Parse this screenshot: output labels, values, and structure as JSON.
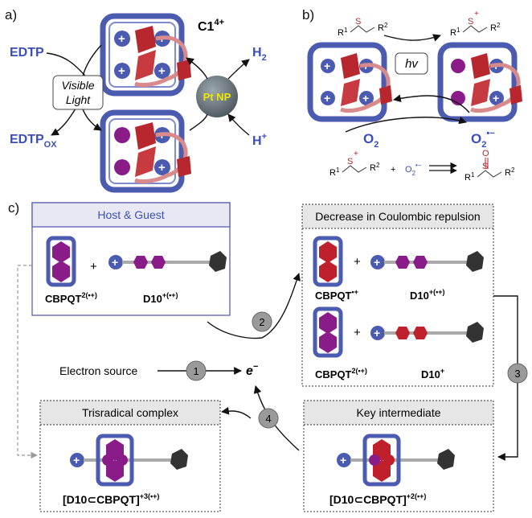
{
  "panels": {
    "a": {
      "label": "a)",
      "edtp": "EDTP",
      "edtp_ox_main": "EDTP",
      "edtp_ox_sub": "OX",
      "visible_light_1": "Visible",
      "visible_light_2": "Light",
      "c1_main": "C1",
      "c1_sup": "4+",
      "pt_np": "Pt NP",
      "h2_main": "H",
      "h2_sub": "2",
      "hplus_main": "H",
      "hplus_sup": "+"
    },
    "b": {
      "label": "b)",
      "hv": "hv",
      "o2_main": "O",
      "o2_sub": "2",
      "o2rad_main": "O",
      "o2rad_sub": "2",
      "o2rad_sup": "•−",
      "r1": "R",
      "r1_sup": "1",
      "r2": "R",
      "r2_sup": "2",
      "s": "S",
      "o": "O",
      "plus": "+",
      "o2_inline": "O",
      "o2_inline_sub": "2",
      "o2_inline_sup": "•−"
    },
    "c": {
      "label": "c)",
      "host_guest_title": "Host & Guest",
      "plus": "+",
      "cbpqt_host": "CBPQT",
      "cbpqt_host_sup": "2(•+)",
      "d10_guest": "D10",
      "d10_guest_sup": "+(•+)",
      "decrease_title": "Decrease in Coulombic repulsion",
      "cbpqt_rad": "CBPQT",
      "cbpqt_rad_sup": "•+",
      "d10_rad": "D10",
      "d10_rad_sup": "+(•+)",
      "cbpqt_2": "CBPQT",
      "cbpqt_2_sup": "2(•+)",
      "d10_plus": "D10",
      "d10_plus_sup": "+",
      "electron_source": "Electron source",
      "electron": "e",
      "electron_sup": "−",
      "step1": "1",
      "step2": "2",
      "step3": "3",
      "step4": "4",
      "trisradical_title": "Trisradical complex",
      "tris_formula": "[D10⊂CBPQT]",
      "tris_sup": "+3(•+)",
      "key_title": "Key intermediate",
      "key_formula": "[D10⊂CBPQT]",
      "key_sup": "+2(•+)"
    }
  },
  "colors": {
    "blue_text": "#3a4fb8",
    "host_box_border": "#5b5fb5",
    "dotted_box_border": "#333333",
    "header_fill": "#e6e6e6",
    "purple": "#8a1c8a",
    "red": "#c0202b",
    "ring_blue": "#4b5bb0",
    "gray_circle": "#9a9a9a",
    "pt_np": "#6f7b82",
    "pt_np_text": "#f2e600"
  }
}
